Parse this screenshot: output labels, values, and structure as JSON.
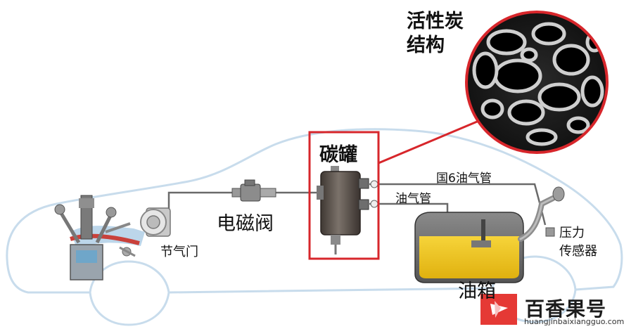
{
  "labels": {
    "carbon_structure_line1": "活性炭",
    "carbon_structure_line2": "结构",
    "canister": "碳罐",
    "solenoid_valve": "电磁阀",
    "throttle": "节气门",
    "guo6_vapor_pipe": "国6油气管",
    "vapor_pipe": "油气管",
    "pressure_sensor_line1": "压力",
    "pressure_sensor_line2": "传感器",
    "fuel_tank": "油箱"
  },
  "watermark": {
    "name": "百香果号",
    "url": "huangjinbaixiangguo.com"
  },
  "colors": {
    "highlight_red": "#d7262b",
    "car_outline": "#c8dcec",
    "pipe": "#6a6a6a",
    "fuel": "#f2c81e",
    "canister_body": "#5a524c"
  }
}
